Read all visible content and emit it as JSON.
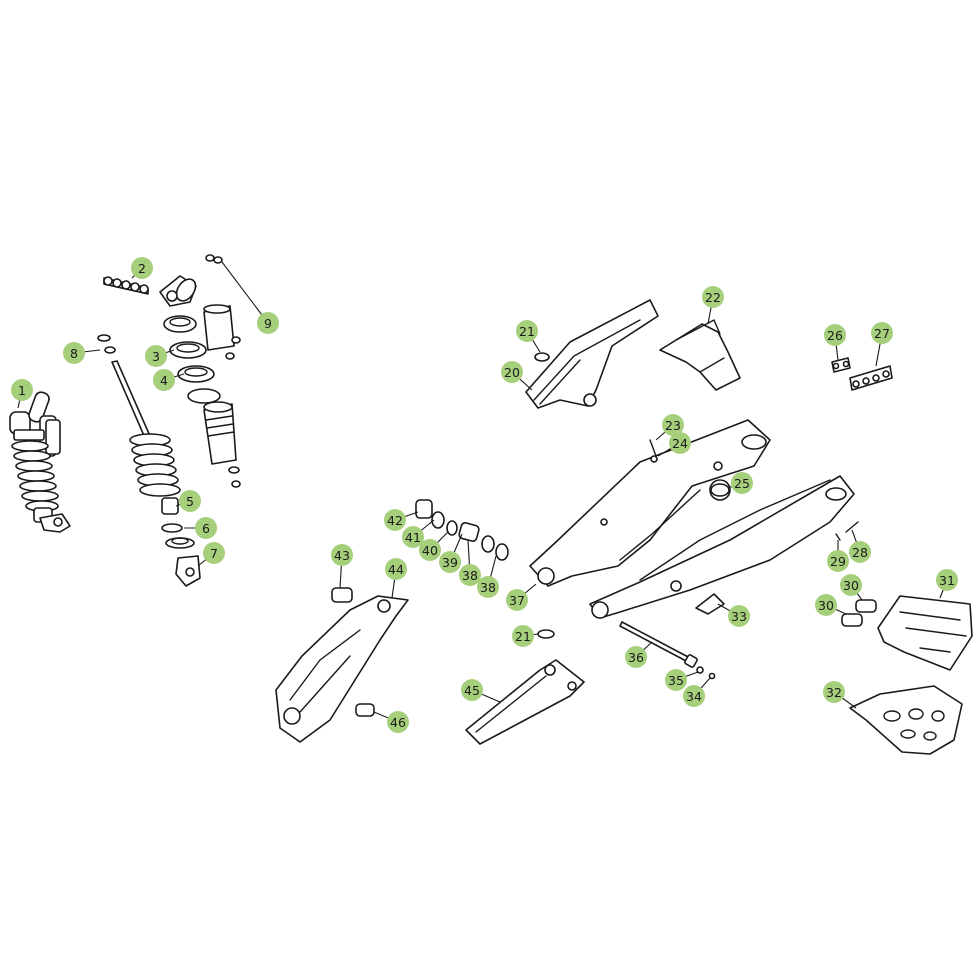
{
  "colors": {
    "callout_fill": "#a6cf7c",
    "line": "#1a1a1a",
    "background": "#ffffff"
  },
  "callouts": [
    {
      "id": "c1",
      "label": "1"
    },
    {
      "id": "c2",
      "label": "2"
    },
    {
      "id": "c3",
      "label": "3"
    },
    {
      "id": "c4",
      "label": "4"
    },
    {
      "id": "c5",
      "label": "5"
    },
    {
      "id": "c6",
      "label": "6"
    },
    {
      "id": "c7",
      "label": "7"
    },
    {
      "id": "c8",
      "label": "8"
    },
    {
      "id": "c9",
      "label": "9"
    },
    {
      "id": "c20",
      "label": "20"
    },
    {
      "id": "c21a",
      "label": "21"
    },
    {
      "id": "c21b",
      "label": "21"
    },
    {
      "id": "c22",
      "label": "22"
    },
    {
      "id": "c23",
      "label": "23"
    },
    {
      "id": "c24",
      "label": "24"
    },
    {
      "id": "c25",
      "label": "25"
    },
    {
      "id": "c26",
      "label": "26"
    },
    {
      "id": "c27",
      "label": "27"
    },
    {
      "id": "c28",
      "label": "28"
    },
    {
      "id": "c29",
      "label": "29"
    },
    {
      "id": "c30a",
      "label": "30"
    },
    {
      "id": "c30b",
      "label": "30"
    },
    {
      "id": "c31",
      "label": "31"
    },
    {
      "id": "c32",
      "label": "32"
    },
    {
      "id": "c33",
      "label": "33"
    },
    {
      "id": "c34",
      "label": "34"
    },
    {
      "id": "c35",
      "label": "35"
    },
    {
      "id": "c36",
      "label": "36"
    },
    {
      "id": "c37",
      "label": "37"
    },
    {
      "id": "c38a",
      "label": "38"
    },
    {
      "id": "c38b",
      "label": "38"
    },
    {
      "id": "c39",
      "label": "39"
    },
    {
      "id": "c40",
      "label": "40"
    },
    {
      "id": "c41",
      "label": "41"
    },
    {
      "id": "c42",
      "label": "42"
    },
    {
      "id": "c43",
      "label": "43"
    },
    {
      "id": "c44",
      "label": "44"
    },
    {
      "id": "c45",
      "label": "45"
    },
    {
      "id": "c46",
      "label": "46"
    }
  ]
}
